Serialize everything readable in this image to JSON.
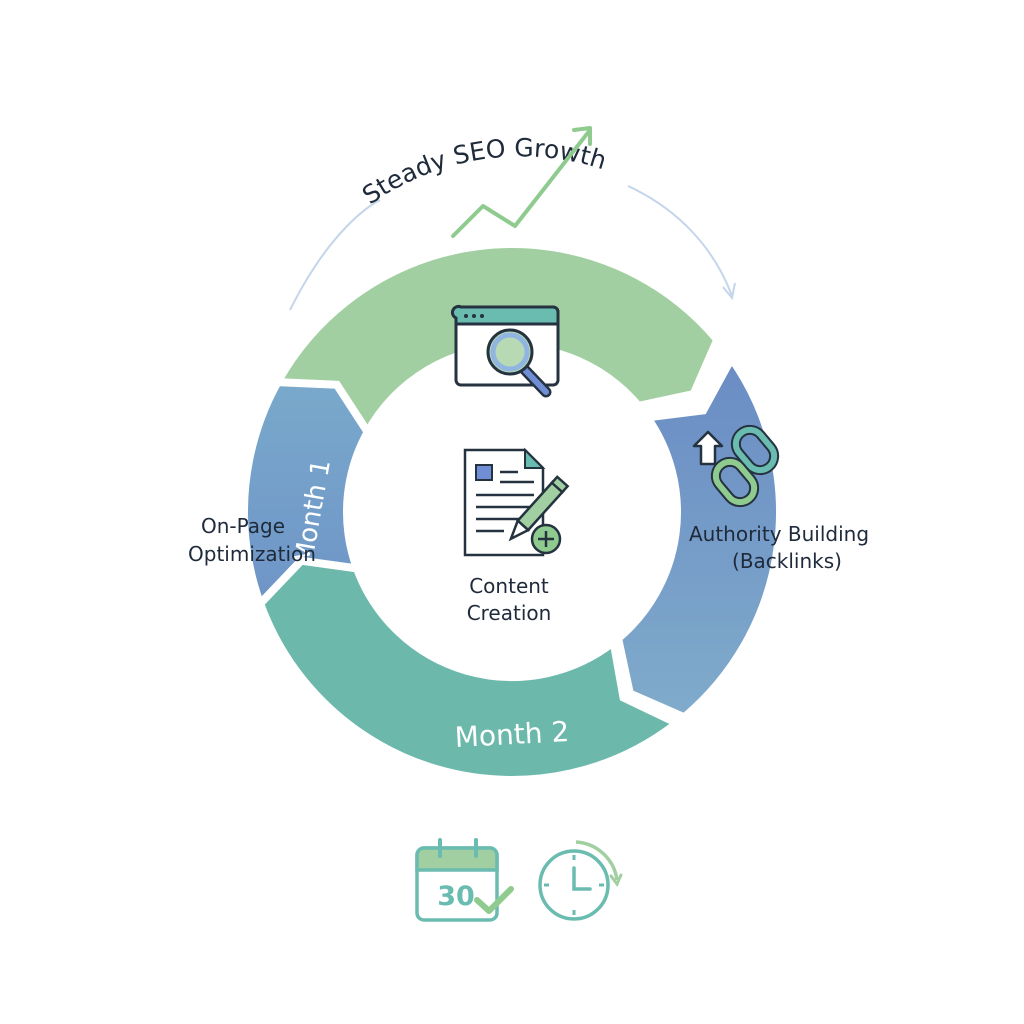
{
  "title": "Steady SEO Growth",
  "segments": [
    {
      "id": "top",
      "color": "#a2cfa2",
      "label": ""
    },
    {
      "id": "right",
      "color": "#6f92c4",
      "color2": "#7fa9cc",
      "label": ""
    },
    {
      "id": "bottom",
      "color": "#6cb9ac",
      "label": "Month 2"
    },
    {
      "id": "left",
      "color": "#6e92c6",
      "color2": "#7aaacb",
      "label": "Month 1"
    }
  ],
  "stages": {
    "on_page": {
      "line1": "On-Page",
      "line2": "Optimization",
      "icon": "browser-search-icon"
    },
    "content": {
      "line1": "Content",
      "line2": "Creation",
      "icon": "document-edit-icon"
    },
    "authority": {
      "line1": "Authority Building",
      "line2": "(Backlinks)",
      "icon": "chain-link-upload-icon"
    }
  },
  "footer": {
    "calendar_day": "30",
    "icons": [
      "calendar-check-icon",
      "clock-refresh-icon"
    ]
  },
  "colors": {
    "text": "#1f2a3a",
    "arc": "#c5d5ea",
    "growth": "#8fcb8f",
    "teal": "#6bbcb0",
    "icon_outline": "#25323f"
  }
}
